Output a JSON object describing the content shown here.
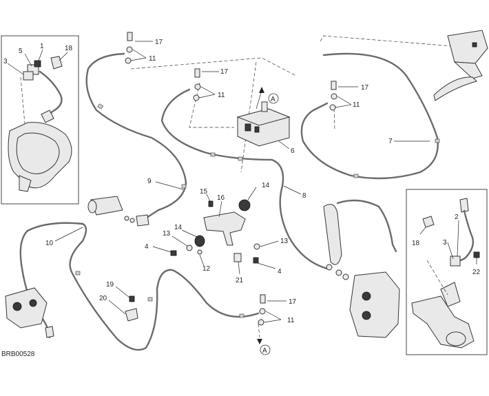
{
  "diagram": {
    "code": "BRB00528",
    "labels": {
      "n1": "1",
      "n2": "2",
      "n3": "3",
      "n4": "4",
      "n5": "5",
      "n6": "6",
      "n7": "7",
      "n8": "8",
      "n9": "9",
      "n10": "10",
      "n11": "11",
      "n12": "12",
      "n13": "13",
      "n14": "14",
      "n15": "15",
      "n16": "16",
      "n17": "17",
      "n18": "18",
      "n19": "19",
      "n20": "20",
      "n21": "21",
      "n22": "22"
    },
    "ref_a": "A"
  }
}
